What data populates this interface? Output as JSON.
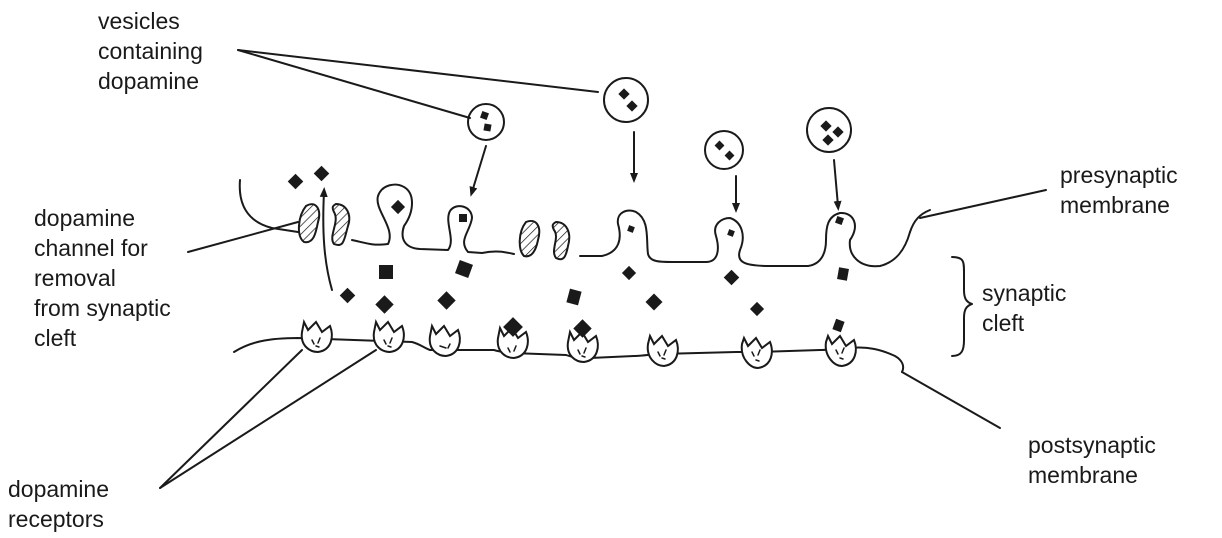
{
  "labels": {
    "vesicles": [
      "vesicles",
      "containing",
      "dopamine"
    ],
    "channel": [
      "dopamine",
      "channel for",
      "removal",
      "from synaptic",
      "cleft"
    ],
    "receptors": [
      "dopamine",
      "receptors"
    ],
    "presynaptic": [
      "presynaptic",
      "membrane"
    ],
    "cleft": [
      "synaptic",
      "cleft"
    ],
    "postsynaptic": [
      "postsynaptic",
      "membrane"
    ]
  },
  "colors": {
    "ink": "#1a1a1a",
    "background": "#ffffff"
  }
}
